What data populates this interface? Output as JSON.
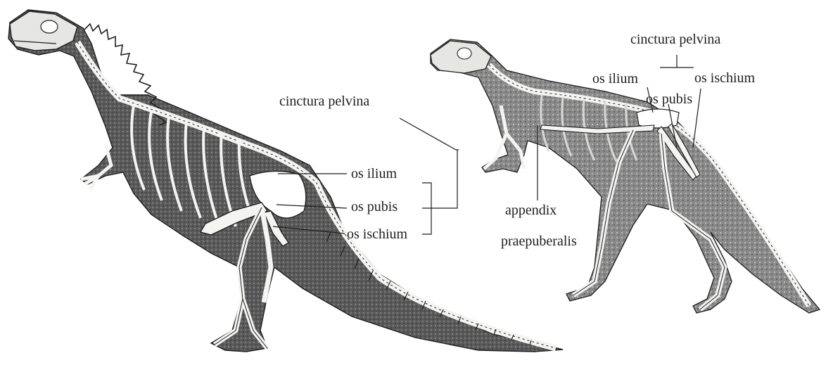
{
  "left_figure": {
    "labels": {
      "cinctura": "cinctura pelvina",
      "ilium": "os ilium",
      "pubis": "os pubis",
      "ischium": "os ischium"
    }
  },
  "right_figure": {
    "labels": {
      "cinctura": "cinctura pelvina",
      "ilium": "os ilium",
      "ischium": "os ischium",
      "pubis": "os pubis",
      "appendix_line1": "appendix",
      "appendix_line2": "praepuberalis"
    }
  },
  "colors": {
    "ink": "#1e1e1e",
    "bone": "#f4f4f2",
    "body_dark": "#3a3a3a",
    "body_mid": "#6d6d6d",
    "paper": "#ffffff"
  }
}
